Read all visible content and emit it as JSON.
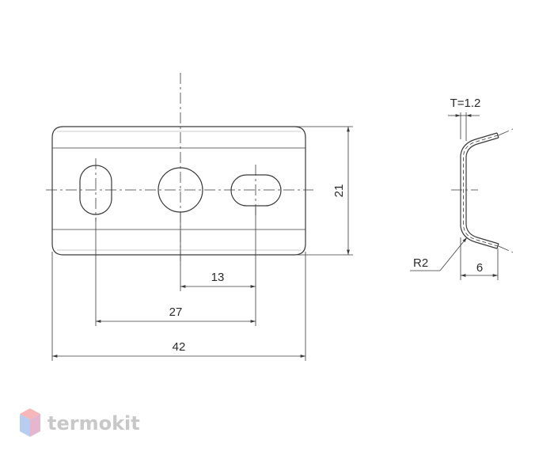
{
  "dimensions": {
    "width_total": "42",
    "slot_span": "27",
    "hole_spacing": "13",
    "height": "21",
    "thickness": "T=1.2",
    "bend_radius": "R2",
    "flange": "6"
  },
  "brand": {
    "name": "termokit",
    "logo_colors": [
      "#f5b7b7",
      "#b9cdf0",
      "#e6b6cf"
    ]
  },
  "colors": {
    "line": "#3a3a3a",
    "text": "#2a2a2a",
    "logo_text": "#c8c8c8"
  }
}
